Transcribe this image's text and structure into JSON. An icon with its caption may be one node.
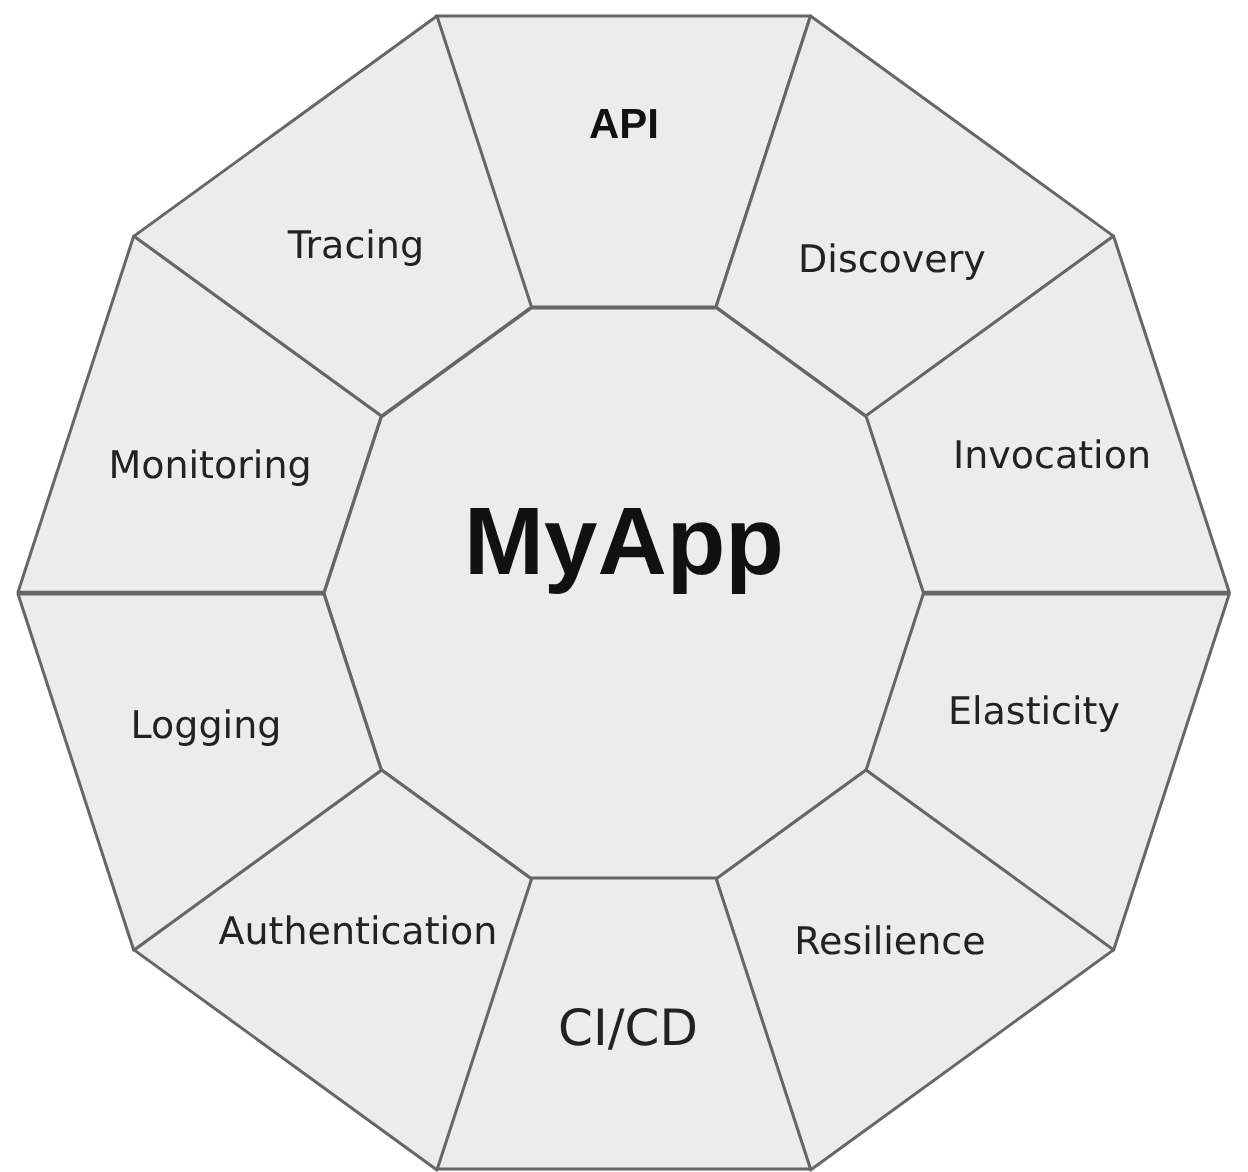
{
  "diagram": {
    "nodes": [
      {
        "text": [
          "MyApp"
        ]
      },
      {
        "text": [
          "API"
        ]
      },
      {
        "text": [
          "Discovery"
        ]
      },
      {
        "text": [
          "Invocation"
        ]
      },
      {
        "text": [
          "Elasticity"
        ]
      },
      {
        "text": [
          "Resilience"
        ]
      },
      {
        "text": [
          "CI/CD"
        ]
      },
      {
        "text": [
          "Authentication"
        ]
      },
      {
        "text": [
          "Logging"
        ]
      },
      {
        "text": [
          "Monitoring"
        ]
      },
      {
        "text": [
          "Tracing"
        ]
      }
    ]
  }
}
